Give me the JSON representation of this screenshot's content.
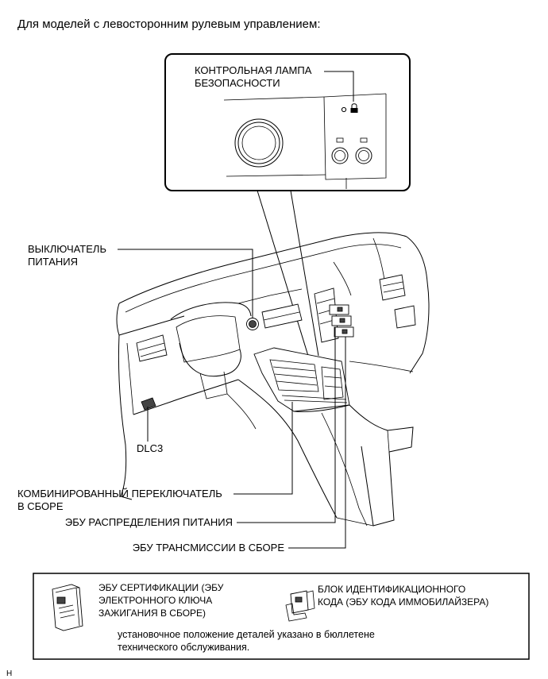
{
  "header": "Для моделей с левосторонним рулевым управлением:",
  "inset": {
    "label_line1": "КОНТРОЛЬНАЯ ЛАМПА",
    "label_line2": "БЕЗОПАСНОСТИ"
  },
  "callouts": {
    "power_switch": [
      "ВЫКЛЮЧАТЕЛЬ",
      "ПИТАНИЯ"
    ],
    "dlc3": "DLC3",
    "combination_switch": [
      "КОМБИНИРОВАННЫЙ ПЕРЕКЛЮЧАТЕЛЬ",
      "В СБОРЕ"
    ],
    "power_distribution_ecu": "ЭБУ РАСПРЕДЕЛЕНИЯ ПИТАНИЯ",
    "transmission_ecu": "ЭБУ ТРАНСМИССИИ В СБОРЕ"
  },
  "legend": {
    "certification_ecu": [
      "ЭБУ СЕРТИФИКАЦИИ (ЭБУ",
      "ЭЛЕКТРОННОГО КЛЮЧА",
      "ЗАЖИГАНИЯ В СБОРЕ)"
    ],
    "immobiliser_block": [
      "БЛОК ИДЕНТИФИКАЦИОННОГО",
      "КОДА (ЭБУ КОДА ИММОБИЛАЙЗЕРА)"
    ],
    "note": [
      "установочное положение деталей указано в бюллетене",
      "технического обслуживания."
    ]
  },
  "figure_code": "H"
}
